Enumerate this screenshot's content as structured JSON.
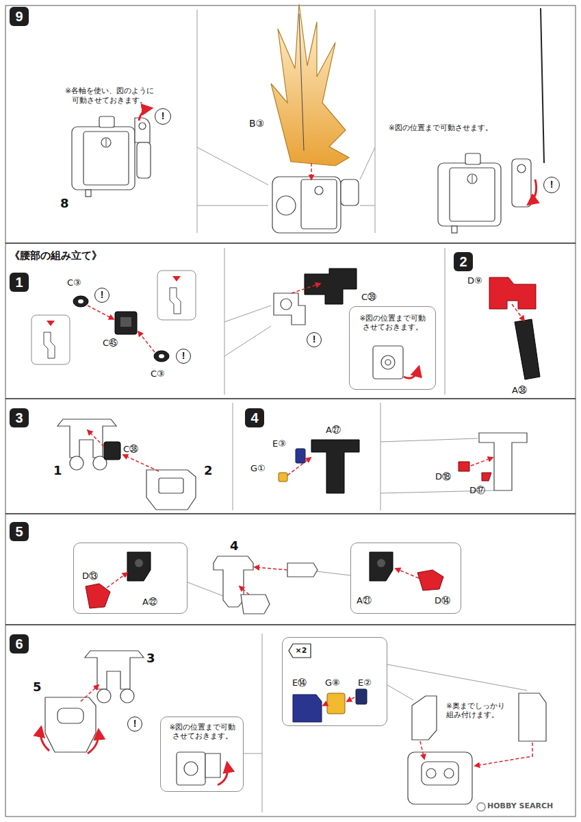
{
  "diagram": {
    "title": "《腰部の組み立て》",
    "nodes": [
      {
        "text": [
          "9"
        ]
      },
      {
        "text": [
          "!"
        ]
      },
      {
        "text": [
          "!"
        ]
      },
      {
        "text": [
          "1"
        ]
      },
      {
        "text": [
          "!"
        ]
      },
      {
        "text": [
          "!"
        ]
      },
      {
        "text": [
          "!"
        ]
      },
      {
        "text": [
          "※図の位置まで可動 させておきます。"
        ]
      },
      {
        "text": [
          "2"
        ]
      },
      {
        "text": [
          "3"
        ]
      },
      {
        "text": [
          "4"
        ]
      },
      {
        "text": [
          "5"
        ]
      },
      {
        "text": [
          "D⑬",
          "A㉒"
        ]
      },
      {
        "text": [
          "A㉑",
          "D⑭"
        ]
      },
      {
        "text": [
          "6"
        ]
      },
      {
        "text": [
          "!"
        ]
      },
      {
        "text": [
          "※図の位置まで可動 させておきます。"
        ]
      },
      {
        "text": [
          "E⑭",
          "G⑧",
          "E②"
        ]
      },
      {
        "text": [
          "×2"
        ],
        "in": 17
      }
    ],
    "labels": [
      "※各軸を使い、図のように 可動させておきます。",
      "8",
      "B③",
      "※図の位置まで可動させます。",
      "C③",
      "C㊺",
      "C③",
      "C㊴",
      "D⑨",
      "A㊳",
      "1",
      "C㊳",
      "2",
      "A㉗",
      "E③",
      "G①",
      "D⑱",
      "D⑰",
      "4",
      "3",
      "5",
      "※奥までしっかり 組み付けます。",
      "HOBBY SEARCH"
    ]
  }
}
